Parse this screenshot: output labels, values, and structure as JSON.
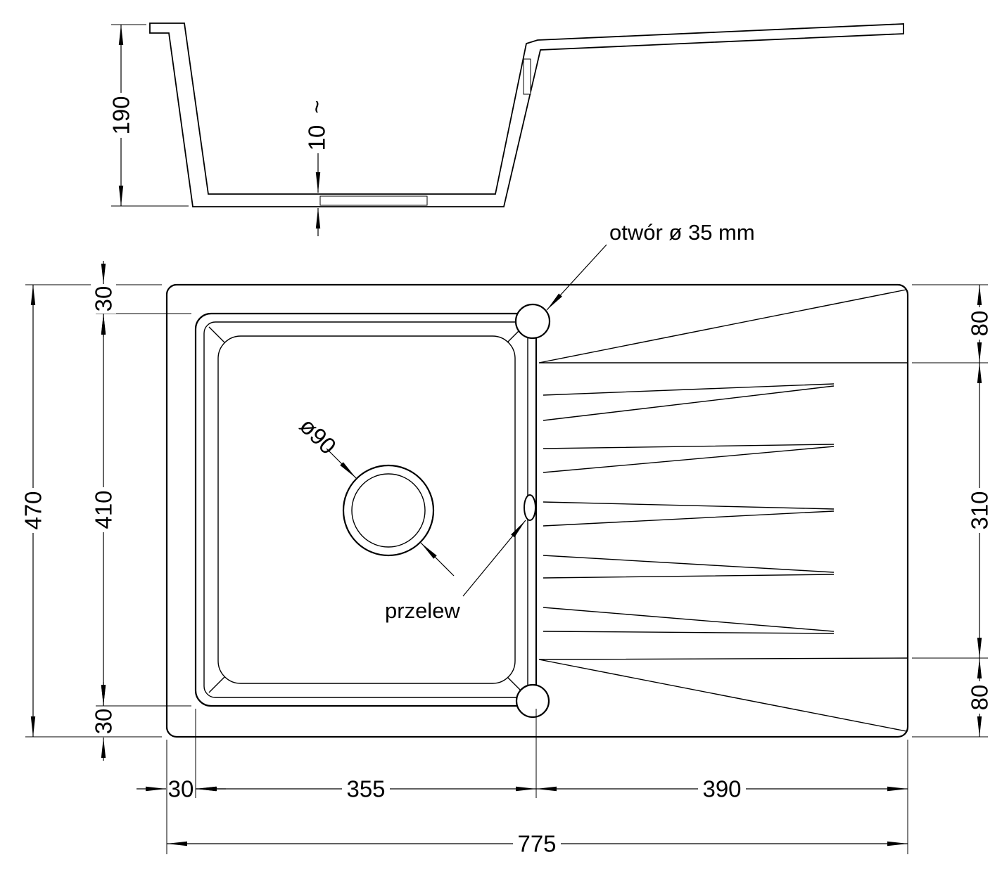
{
  "section_view": {
    "dims": {
      "depth": "190",
      "approx": "~",
      "bottom_thickness": "10"
    }
  },
  "plan_view": {
    "labels": {
      "tap_hole": "otwór ø 35 mm",
      "overflow": "przelew",
      "drain": "ø90"
    },
    "dims": {
      "total_height": "470",
      "bowl_length": "410",
      "top_margin": "30",
      "bottom_margin": "30",
      "right_top": "80",
      "right_middle": "310",
      "right_bottom": "80",
      "left_offset": "30",
      "bowl_width": "355",
      "drainer_width": "390",
      "total_width": "775"
    }
  }
}
